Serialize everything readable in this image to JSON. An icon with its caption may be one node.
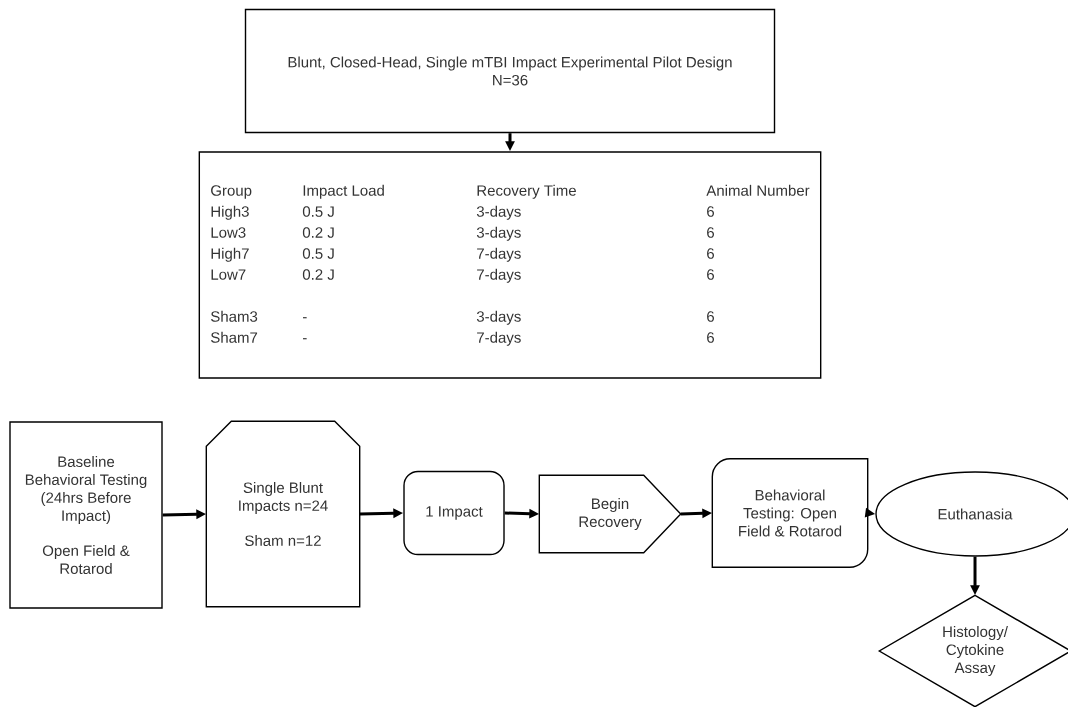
{
  "diagram": {
    "nodes": [
      {
        "text": [
          "Blunt, Closed-Head, Single mTBI Impact Experimental Pilot Design",
          "N=36"
        ]
      },
      {
        "text": [
          "Group",
          "Impact Load",
          "Recovery Time",
          "Animal Number",
          "High3",
          "0.5 J",
          "3-days",
          "6",
          "Low3",
          "0.2 J",
          "3-days",
          "6",
          "High7",
          "0.5 J",
          "7-days",
          "6",
          "Low7",
          "0.2 J",
          "7-days",
          "6",
          "Sham3",
          "-",
          "3-days",
          "6",
          "Sham7",
          "-",
          "7-days",
          "6"
        ]
      },
      {
        "text": [
          "Baseline Behavioral Testing (24hrs Before Impact)",
          "Open Field & Rotarod"
        ]
      },
      {
        "text": [
          "Single Blunt Impacts n=24",
          "Sham n=12"
        ]
      },
      {
        "text": [
          "1 Impact"
        ]
      },
      {
        "text": [
          "Begin Recovery"
        ]
      },
      {
        "text": [
          "Behavioral Testing: Open Field & Rotarod"
        ]
      },
      {
        "text": [
          "Euthanasia"
        ]
      },
      {
        "text": [
          "Histology/ Cytokine Assay"
        ]
      }
    ],
    "edges": [
      {
        "from": 0,
        "to": 1,
        "arrow": "to"
      },
      {
        "from": 2,
        "to": 3,
        "arrow": "to"
      },
      {
        "from": 3,
        "to": 4,
        "arrow": "to"
      },
      {
        "from": 4,
        "to": 5,
        "arrow": "to"
      },
      {
        "from": 5,
        "to": 6,
        "arrow": "to"
      },
      {
        "from": 6,
        "to": 7,
        "arrow": "to"
      },
      {
        "from": 7,
        "to": 8,
        "arrow": "to"
      }
    ]
  }
}
